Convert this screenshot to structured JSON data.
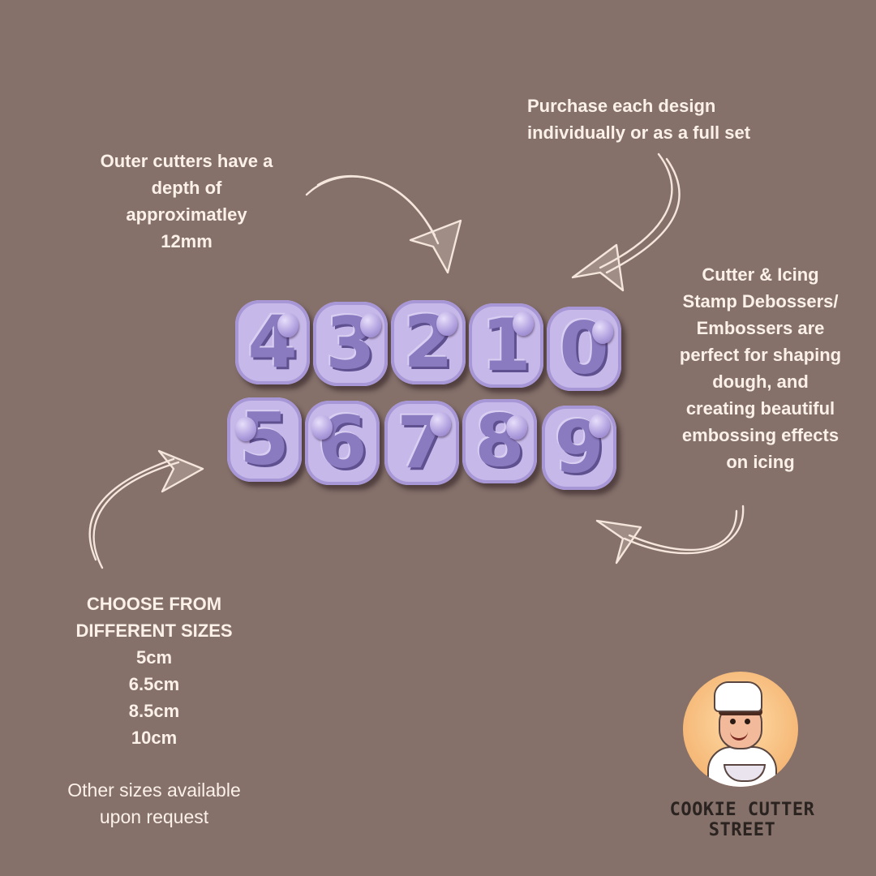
{
  "annotations": {
    "depth": [
      "Outer cutters have a",
      "depth of",
      "approximatley",
      "12mm"
    ],
    "purchase": [
      "Purchase each design",
      "individually or as a full set"
    ],
    "stamp": [
      "Cutter & Icing",
      "Stamp Debossers/",
      "Embossers are",
      "perfect for shaping",
      "dough, and",
      "creating beautiful",
      "embossing effects",
      "on icing"
    ]
  },
  "sizes": {
    "heading": [
      "CHOOSE FROM",
      "DIFFERENT SIZES"
    ],
    "options": [
      "5cm",
      "6.5cm",
      "8.5cm",
      "10cm"
    ],
    "note": [
      "Other sizes available",
      "upon request"
    ]
  },
  "digits": {
    "row1": [
      "4",
      "3",
      "2",
      "1",
      "0"
    ],
    "row2": [
      "5",
      "6",
      "7",
      "8",
      "9"
    ]
  },
  "brand": {
    "name": "COOKIE CUTTER STREET",
    "logo_icon": "chef-icon"
  },
  "colors": {
    "background": "#85706a",
    "text": "#fbf1e9",
    "cutter": "#c6b8e8",
    "brand_text": "#2a2320",
    "logo_circle": "#f5b877"
  }
}
